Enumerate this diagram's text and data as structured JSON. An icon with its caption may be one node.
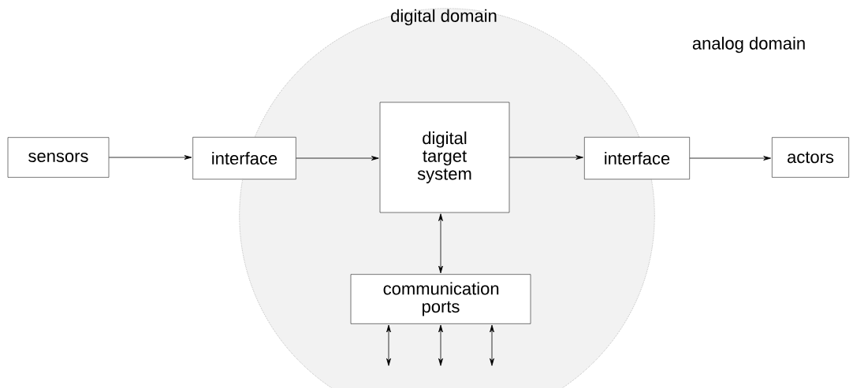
{
  "diagram": {
    "nodes": [
      {
        "text": [
          "digital domain"
        ]
      },
      {
        "text": [
          "sensors"
        ]
      },
      {
        "text": [
          "interface"
        ]
      },
      {
        "text": [
          "digital target system"
        ],
        "in": 0
      },
      {
        "text": [
          "interface"
        ]
      },
      {
        "text": [
          "actors"
        ]
      },
      {
        "text": [
          "communication ports"
        ],
        "in": 0
      }
    ],
    "edges": [
      {
        "from": 1,
        "to": 2,
        "arrow": "to"
      },
      {
        "from": 2,
        "to": 3,
        "arrow": "to"
      },
      {
        "from": 3,
        "to": 4,
        "arrow": "to"
      },
      {
        "from": 4,
        "to": 5,
        "arrow": "to"
      },
      {
        "from": 3,
        "to": 6,
        "arrow": "both"
      },
      {
        "from": 6,
        "to": null,
        "arrow": "both"
      },
      {
        "from": 6,
        "to": null,
        "arrow": "both"
      },
      {
        "from": 6,
        "to": null,
        "arrow": "both"
      }
    ],
    "labels": [
      "analog domain"
    ]
  }
}
